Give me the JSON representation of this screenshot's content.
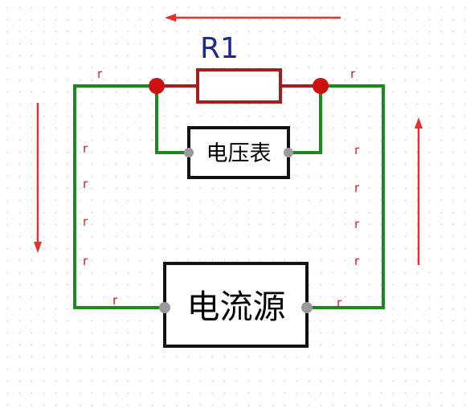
{
  "colors": {
    "wire": "#1a8a1a",
    "resistor": "#a41e1e",
    "node": "#cc1111",
    "box_border": "#111111",
    "terminal": "#9a9a9a",
    "arrow": "#e53030",
    "label_blue": "#1d2a8c",
    "r_label": "#cc2222"
  },
  "resistor": {
    "label": "R1"
  },
  "voltmeter": {
    "label": "电压表"
  },
  "source": {
    "label": "电流源"
  },
  "wire_labels": {
    "top_left": "r",
    "top_right": "r",
    "left": [
      "r",
      "r",
      "r",
      "r"
    ],
    "right": [
      "r",
      "r",
      "r",
      "r"
    ],
    "bottom_left": "r",
    "bottom_right": "r"
  },
  "arrows": {
    "top": "left",
    "left": "down",
    "right": "up"
  }
}
